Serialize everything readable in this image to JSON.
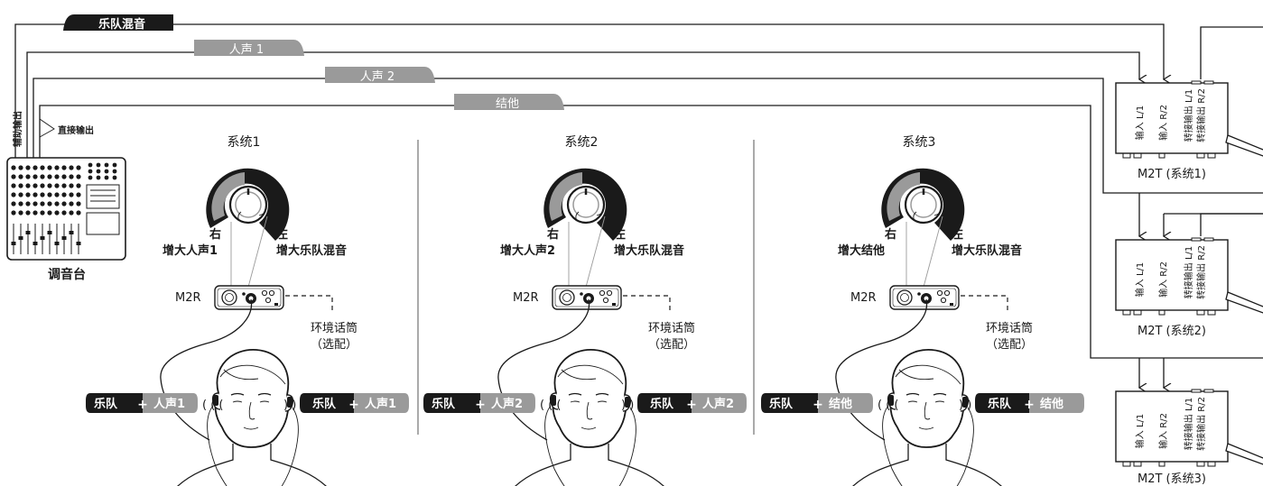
{
  "bus_labels": {
    "band_mix": "乐队混音",
    "vocal1": "人声 1",
    "vocal2": "人声 2",
    "guitar": "结他"
  },
  "mixer": {
    "label": "调音台",
    "aux_out": "辅助输出",
    "direct_out": "直接输出"
  },
  "systems": [
    {
      "title": "系统1",
      "knob_right": "右",
      "knob_right_desc": "增大人声1",
      "knob_left": "左",
      "knob_left_desc": "增大乐队混音",
      "receiver": "M2R",
      "ambient_mic": "环境话筒",
      "optional": "（选配）",
      "mix_left_a": "乐队",
      "mix_left_b": "人声1",
      "mix_right_a": "乐队",
      "mix_right_b": "人声1"
    },
    {
      "title": "系统2",
      "knob_right": "右",
      "knob_right_desc": "增大人声2",
      "knob_left": "左",
      "knob_left_desc": "增大乐队混音",
      "receiver": "M2R",
      "ambient_mic": "环境话筒",
      "optional": "（选配）",
      "mix_left_a": "乐队",
      "mix_left_b": "人声2",
      "mix_right_a": "乐队",
      "mix_right_b": "人声2"
    },
    {
      "title": "系统3",
      "knob_right": "右",
      "knob_right_desc": "增大结他",
      "knob_left": "左",
      "knob_left_desc": "增大乐队混音",
      "receiver": "M2R",
      "ambient_mic": "环境话筒",
      "optional": "（选配）",
      "mix_left_a": "乐队",
      "mix_left_b": "结他",
      "mix_right_a": "乐队",
      "mix_right_b": "结他"
    }
  ],
  "transmitters": [
    {
      "input_l": "输入 L/1",
      "input_r": "输入 R/2",
      "loop_l": "转接输出 L/1",
      "loop_r": "转接输出 R/2",
      "label": "M2T (系统1)"
    },
    {
      "input_l": "输入 L/1",
      "input_r": "输入 R/2",
      "loop_l": "转接输出 L/1",
      "loop_r": "转接输出 R/2",
      "label": "M2T (系统2)"
    },
    {
      "input_l": "输入 L/1",
      "input_r": "输入 R/2",
      "loop_l": "转接输出 L/1",
      "loop_r": "转接输出 R/2",
      "label": "M2T (系统3)"
    }
  ]
}
